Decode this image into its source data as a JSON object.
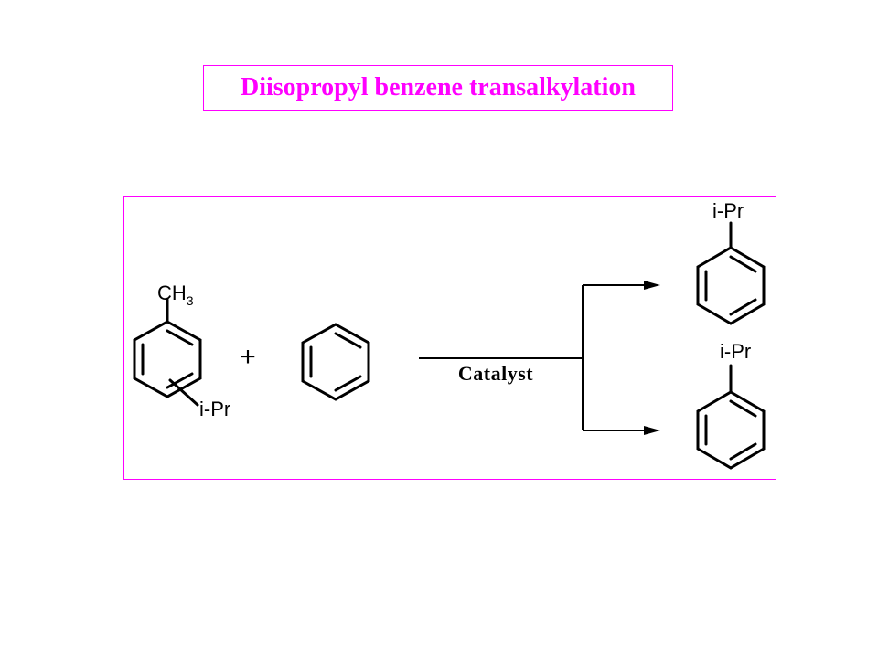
{
  "title": "Diisopropyl benzene transalkylation",
  "colors": {
    "accent": "#ff00ff",
    "ink": "#000000",
    "background": "#ffffff"
  },
  "reactant1": {
    "methyl_label": "CH",
    "methyl_subscript": "3",
    "substituent_label": "i-Pr"
  },
  "plus_sign": "+",
  "arrow": {
    "label": "Catalyst"
  },
  "product_top": {
    "substituent_label": "i-Pr"
  },
  "product_bottom": {
    "substituent_label": "i-Pr"
  }
}
